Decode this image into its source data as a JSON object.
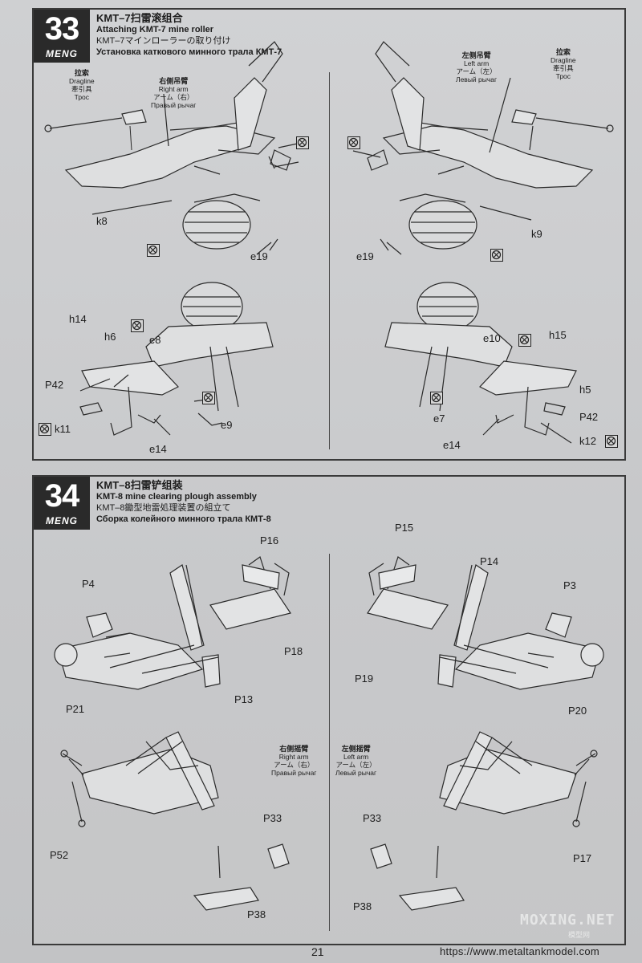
{
  "step33": {
    "number": "33",
    "brand": "MENG",
    "title_zh": "KMT–7扫雷滚组合",
    "title_en": "Attaching KMT-7 mine roller",
    "title_ja": "KMT–7マインローラーの取り付け",
    "title_ru": "Установка каткового минного трала КМТ-7",
    "callouts": {
      "dragline_left": {
        "zh": "拉索",
        "en": "Dragline",
        "ja": "牽引具",
        "ru": "Трос"
      },
      "right_arm": {
        "zh": "右侧吊臂",
        "en": "Right arm",
        "ja": "アーム（右）",
        "ru": "Правый рычаг"
      },
      "left_arm": {
        "zh": "左侧吊臂",
        "en": "Left arm",
        "ja": "アーム（左）",
        "ru": "Левый рычаг"
      },
      "dragline_right": {
        "zh": "拉索",
        "en": "Dragline",
        "ja": "牽引具",
        "ru": "Трос"
      }
    },
    "parts": [
      "k8",
      "e19",
      "k9",
      "e19",
      "h14",
      "h6",
      "e8",
      "P42",
      "k11",
      "e9",
      "e14",
      "e10",
      "h15",
      "h5",
      "P42",
      "e7",
      "e14",
      "k12"
    ]
  },
  "step34": {
    "number": "34",
    "brand": "MENG",
    "title_zh": "KMT–8扫雷铲组装",
    "title_en": "KMT-8 mine clearing plough assembly",
    "title_ja": "KMT–8鋤型地雷処理装置の組立て",
    "title_ru": "Сборка колейного минного трала КМТ-8",
    "callouts": {
      "right_arm": {
        "zh": "右侧摇臂",
        "en": "Right arm",
        "ja": "アーム（右）",
        "ru": "Правый рычаг"
      },
      "left_arm": {
        "zh": "左侧摇臂",
        "en": "Left arm",
        "ja": "アーム（左）",
        "ru": "Левый рычаг"
      }
    },
    "parts": [
      "P16",
      "P4",
      "P18",
      "P21",
      "P13",
      "P15",
      "P14",
      "P3",
      "P19",
      "P20",
      "P33",
      "P52",
      "P38",
      "P33",
      "P17",
      "P38"
    ]
  },
  "footer": {
    "page_number": "21",
    "url": "https://www.metaltankmodel.com",
    "watermark": "MOXING.NET",
    "watermark_sub": "模型网"
  }
}
